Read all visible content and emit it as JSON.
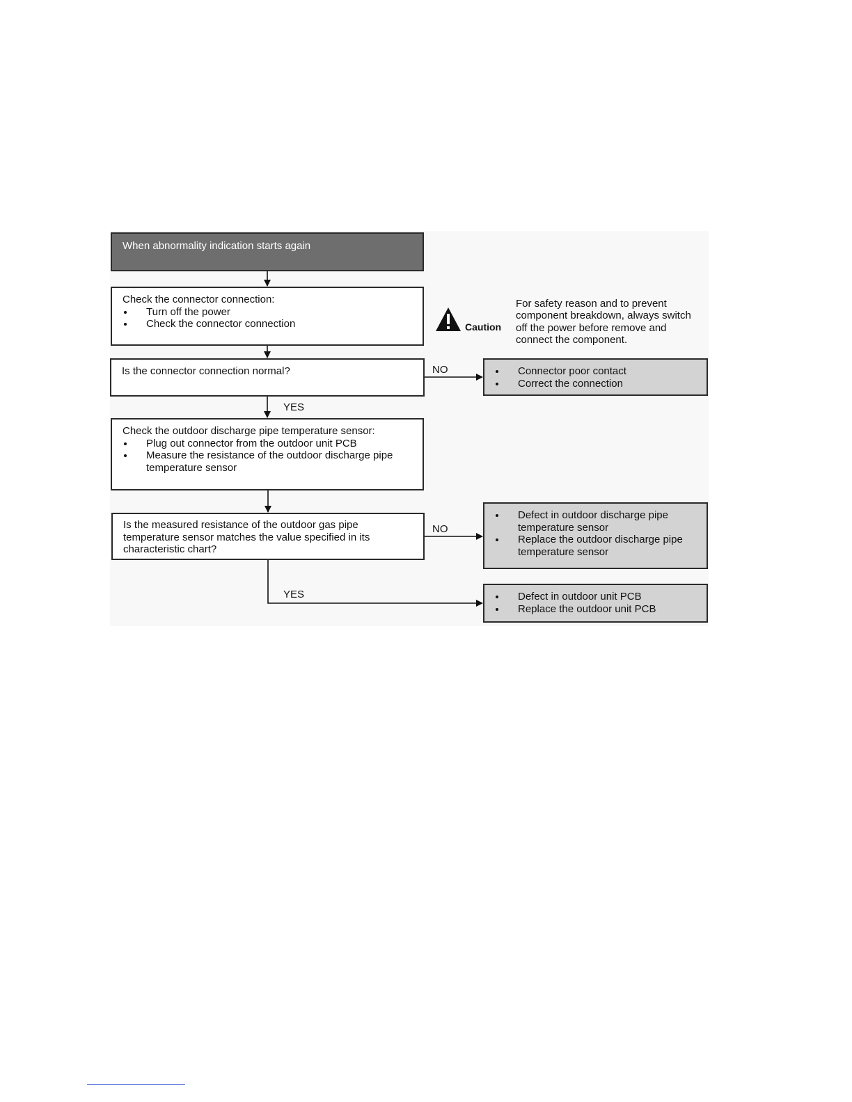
{
  "flowchart": {
    "start": "When abnormality indication starts again",
    "step1": {
      "title": "Check the connector connection:",
      "items": [
        "Turn off the power",
        "Check the connector connection"
      ]
    },
    "decision1": "Is the connector connection normal?",
    "decision1_no_result": [
      "Connector poor contact",
      "Correct the connection"
    ],
    "step2": {
      "title": "Check the outdoor discharge pipe temperature sensor:",
      "items": [
        "Plug out connector from the outdoor unit PCB",
        "Measure the resistance of the outdoor discharge pipe temperature sensor"
      ]
    },
    "decision2": "Is the measured resistance of the outdoor gas pipe temperature sensor matches the value specified in its characteristic chart?",
    "decision2_no_result": [
      "Defect in outdoor discharge pipe temperature sensor",
      "Replace the outdoor discharge pipe temperature sensor"
    ],
    "decision2_yes_result": [
      "Defect in outdoor unit PCB",
      "Replace the outdoor unit PCB"
    ],
    "labels": {
      "no": "NO",
      "yes": "YES"
    },
    "caution": {
      "label": "Caution",
      "icon": "warning-triangle-icon",
      "text": "For safety reason and to prevent component breakdown, always switch off the power before remove and connect the component."
    }
  },
  "colors": {
    "start_fill": "#6e6e6e",
    "result_fill": "#d3d3d3",
    "line": "#111111"
  }
}
